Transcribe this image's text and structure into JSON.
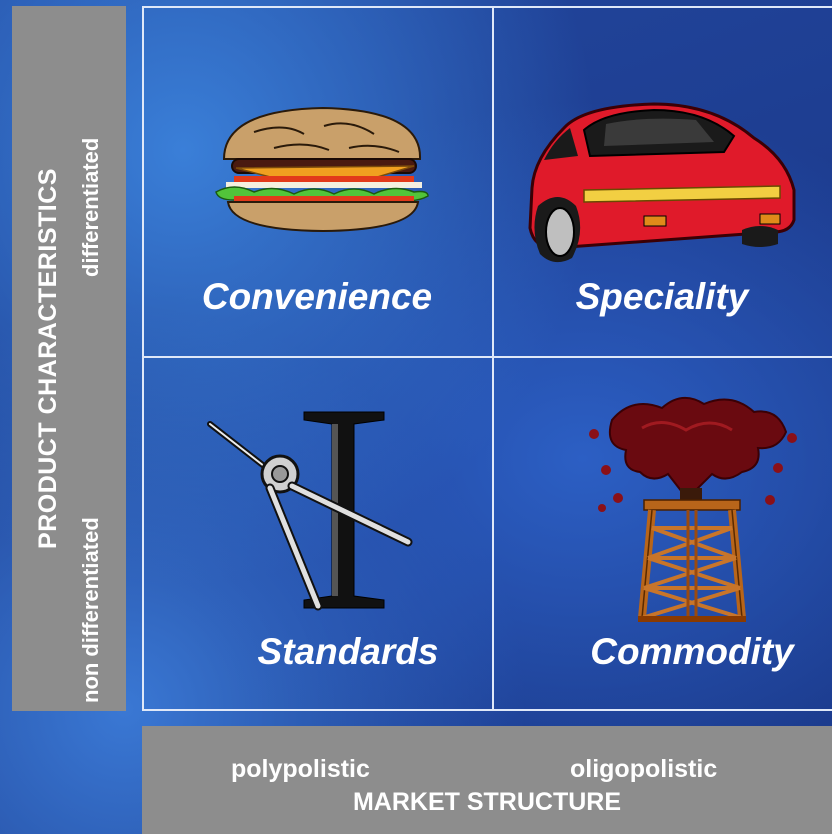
{
  "y_axis": {
    "title": "PRODUCT CHARACTERISTICS",
    "low_label": "non differentiated",
    "high_label": "differentiated"
  },
  "x_axis": {
    "title": "MARKET STRUCTURE",
    "low_label": "polypolistic",
    "high_label": "oligopolistic"
  },
  "quadrants": {
    "top_left": {
      "label": "Convenience",
      "icon": "hamburger-icon"
    },
    "top_right": {
      "label": "Speciality",
      "icon": "sports-car-icon"
    },
    "bottom_left": {
      "label": "Standards",
      "icon": "compass-and-beam-icon"
    },
    "bottom_right": {
      "label": "Commodity",
      "icon": "oil-derrick-icon"
    }
  },
  "colors": {
    "background": "#1f4296",
    "panel": "#8d8d8d",
    "text": "#ffffff"
  }
}
